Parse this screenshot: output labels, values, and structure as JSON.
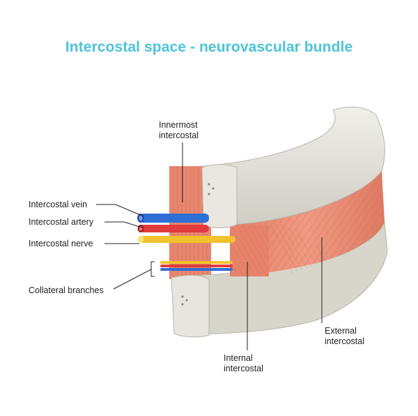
{
  "title": "Intercostal space - neurovascular bundle",
  "labels": {
    "innermost": [
      "Innermost",
      "intercostal"
    ],
    "vein": "Intercostal vein",
    "artery": "Intercostal artery",
    "nerve": "Intercostal nerve",
    "collateral": "Collateral branches",
    "internal": [
      "Internal",
      "intercostal"
    ],
    "external": [
      "External",
      "intercostal"
    ]
  },
  "colors": {
    "title": "#4cc3d9",
    "bone": "#dedcd3",
    "muscle": "#ec8f78",
    "vein": "#2e6fd6",
    "artery": "#e23b3b",
    "nerve": "#f2c22e"
  }
}
